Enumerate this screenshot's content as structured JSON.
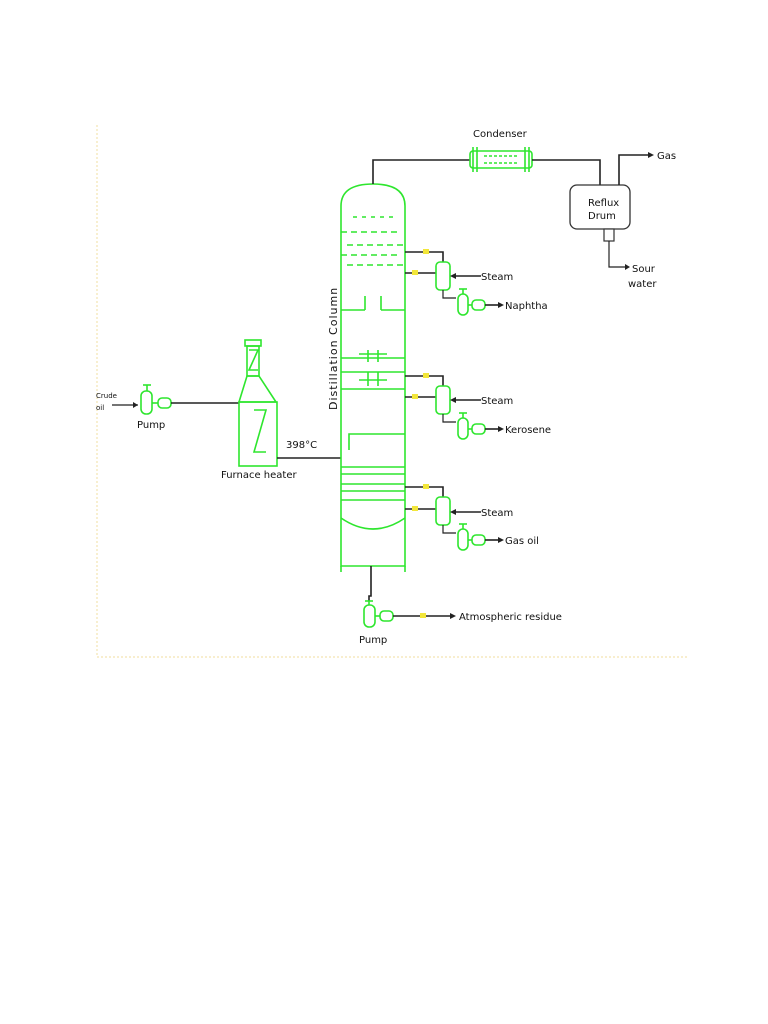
{
  "labels": {
    "condenser": "Condenser",
    "gas": "Gas",
    "reflux_drum_line1": "Reflux",
    "reflux_drum_line2": "Drum",
    "sour_line1": "Sour",
    "sour_line2": "water",
    "steam_1": "Steam",
    "naphtha": "Naphtha",
    "steam_2": "Steam",
    "kerosene": "Kerosene",
    "steam_3": "Steam",
    "gas_oil": "Gas oil",
    "atmospheric_residue": "Atmospheric residue",
    "pump_bottom": "Pump",
    "crude_line1": "Crude",
    "crude_line2": "oil",
    "pump_feed": "Pump",
    "furnace_heater": "Furnace heater",
    "temperature": "398°C",
    "distillation_column": "Distillation Column"
  },
  "colors": {
    "equipment": "#2ee62e",
    "lines": "#222222",
    "valve": "#f2e63a",
    "frame": "#f4e4b0"
  }
}
